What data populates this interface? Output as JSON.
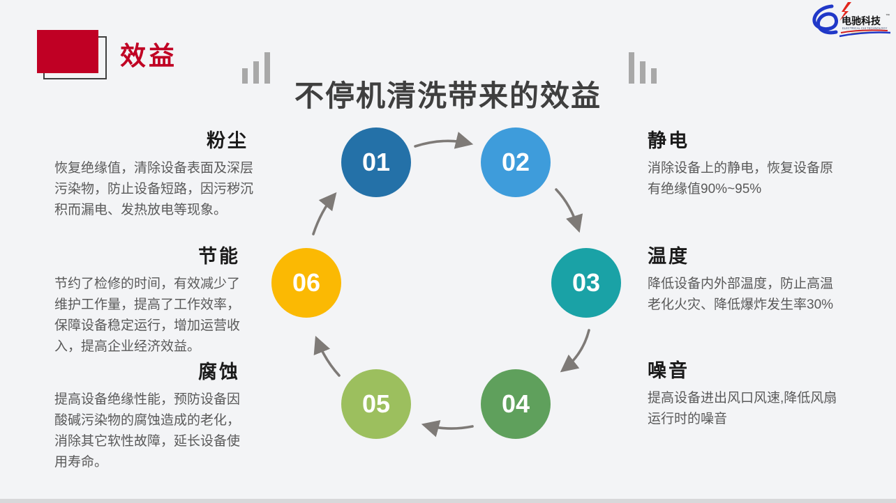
{
  "slide": {
    "section_tag": "效益",
    "title": "不停机清洗带来的效益"
  },
  "logo": {
    "name": "电驰科技",
    "subtitle": "ELECTRICAL CHI TECHNOLOGY",
    "trademark": "TM"
  },
  "cycle": {
    "steps": [
      {
        "number": "01",
        "color": "#2471a8"
      },
      {
        "number": "02",
        "color": "#3e9cdb"
      },
      {
        "number": "03",
        "color": "#1aa2a6"
      },
      {
        "number": "04",
        "color": "#5fa05c"
      },
      {
        "number": "05",
        "color": "#9cbf5e"
      },
      {
        "number": "06",
        "color": "#fbb903"
      }
    ],
    "arrow_color": "#7e7a77"
  },
  "benefits": {
    "left": [
      {
        "title": "粉尘",
        "body": "恢复绝缘值，清除设备表面及深层污染物，防止设备短路，因污秽沉积而漏电、发热放电等现象。"
      },
      {
        "title": "节能",
        "body": "节约了检修的时间，有效减少了维护工作量，提高了工作效率，保障设备稳定运行，增加运营收入，提高企业经济效益。"
      },
      {
        "title": "腐蚀",
        "body": "提高设备绝缘性能，预防设备因酸碱污染物的腐蚀造成的老化，消除其它软性故障，延长设备使用寿命。"
      }
    ],
    "right": [
      {
        "title": "静电",
        "body": "消除设备上的静电，恢复设备原有绝缘值90%~95%"
      },
      {
        "title": "温度",
        "body": "降低设备内外部温度，防止高温老化火灾、降低爆炸发生率30%"
      },
      {
        "title": "噪音",
        "body": "提高设备进出风口风速,降低风扇运行时的噪音"
      }
    ]
  },
  "colors": {
    "accent_red": "#c00024",
    "title_gray": "#3f3f3f",
    "body_gray": "#595959",
    "background": "#f3f4f6"
  }
}
